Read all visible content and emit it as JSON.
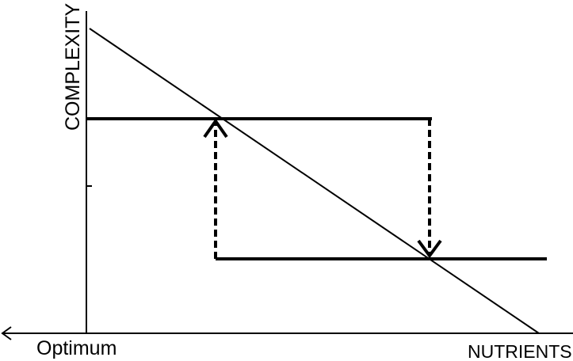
{
  "diagram": {
    "labels": {
      "y_axis": "COMPLEXITY",
      "x_origin": "Optimum",
      "x_axis": "NUTRIENTS"
    },
    "colors": {
      "ink": "#000000",
      "background": "#ffffff"
    }
  }
}
